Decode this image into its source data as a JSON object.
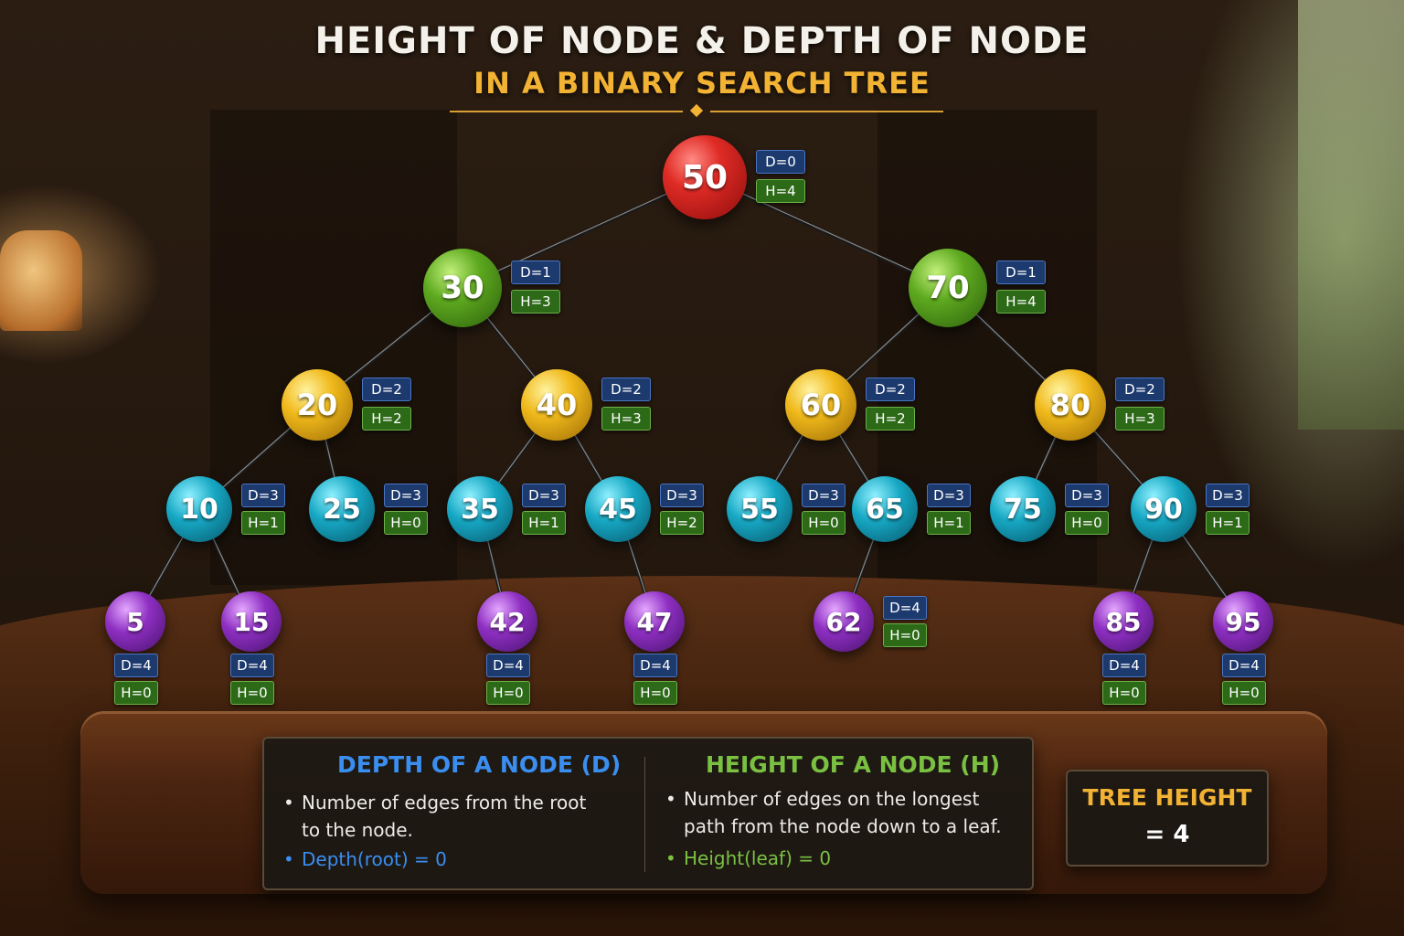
{
  "title": "HEIGHT OF NODE & DEPTH OF NODE",
  "subtitle": "IN A BINARY SEARCH TREE",
  "colors": {
    "title": "#f4f1ea",
    "subtitle": "#f2b233",
    "depth_accent": "#3a8ef0",
    "height_accent": "#7ac142",
    "depth_tag": "#1d3a6e",
    "height_tag": "#2d6a18",
    "level_colors": [
      "#e02b25",
      "#5ea91f",
      "#f0b91b",
      "#17a8c4",
      "#8e2fc2"
    ]
  },
  "tree": {
    "nodes": [
      {
        "key": 50,
        "label": "50",
        "parent": null,
        "level": 0,
        "depth_label": "D=0",
        "height_label": "H=4"
      },
      {
        "key": 30,
        "label": "30",
        "parent": 50,
        "level": 1,
        "depth_label": "D=1",
        "height_label": "H=3"
      },
      {
        "key": 70,
        "label": "70",
        "parent": 50,
        "level": 1,
        "depth_label": "D=1",
        "height_label": "H=4"
      },
      {
        "key": 20,
        "label": "20",
        "parent": 30,
        "level": 2,
        "depth_label": "D=2",
        "height_label": "H=2"
      },
      {
        "key": 40,
        "label": "40",
        "parent": 30,
        "level": 2,
        "depth_label": "D=2",
        "height_label": "H=3"
      },
      {
        "key": 60,
        "label": "60",
        "parent": 70,
        "level": 2,
        "depth_label": "D=2",
        "height_label": "H=2"
      },
      {
        "key": 80,
        "label": "80",
        "parent": 70,
        "level": 2,
        "depth_label": "D=2",
        "height_label": "H=3"
      },
      {
        "key": 10,
        "label": "10",
        "parent": 20,
        "level": 3,
        "depth_label": "D=3",
        "height_label": "H=1"
      },
      {
        "key": 25,
        "label": "25",
        "parent": 20,
        "level": 3,
        "depth_label": "D=3",
        "height_label": "H=0"
      },
      {
        "key": 35,
        "label": "35",
        "parent": 40,
        "level": 3,
        "depth_label": "D=3",
        "height_label": "H=1"
      },
      {
        "key": 45,
        "label": "45",
        "parent": 40,
        "level": 3,
        "depth_label": "D=3",
        "height_label": "H=2"
      },
      {
        "key": 55,
        "label": "55",
        "parent": 60,
        "level": 3,
        "depth_label": "D=3",
        "height_label": "H=0"
      },
      {
        "key": 65,
        "label": "65",
        "parent": 60,
        "level": 3,
        "depth_label": "D=3",
        "height_label": "H=1"
      },
      {
        "key": 75,
        "label": "75",
        "parent": 80,
        "level": 3,
        "depth_label": "D=3",
        "height_label": "H=0"
      },
      {
        "key": 90,
        "label": "90",
        "parent": 80,
        "level": 3,
        "depth_label": "D=3",
        "height_label": "H=1"
      },
      {
        "key": 5,
        "label": "5",
        "parent": 10,
        "level": 4,
        "depth_label": "D=4",
        "height_label": "H=0"
      },
      {
        "key": 15,
        "label": "15",
        "parent": 10,
        "level": 4,
        "depth_label": "D=4",
        "height_label": "H=0"
      },
      {
        "key": 42,
        "label": "42",
        "parent": 35,
        "level": 4,
        "depth_label": "D=4",
        "height_label": "H=0"
      },
      {
        "key": 47,
        "label": "47",
        "parent": 45,
        "level": 4,
        "depth_label": "D=4",
        "height_label": "H=0"
      },
      {
        "key": 62,
        "label": "62",
        "parent": 65,
        "level": 4,
        "depth_label": "D=4",
        "height_label": "H=0"
      },
      {
        "key": 85,
        "label": "85",
        "parent": 90,
        "level": 4,
        "depth_label": "D=4",
        "height_label": "H=0"
      },
      {
        "key": 95,
        "label": "95",
        "parent": 90,
        "level": 4,
        "depth_label": "D=4",
        "height_label": "H=0"
      }
    ]
  },
  "depth_section": {
    "heading": "DEPTH OF A NODE (D)",
    "bullet_1": "Number of edges from the root to the node.",
    "bullet_2": "Depth(root) = 0"
  },
  "height_section": {
    "heading": "HEIGHT OF A NODE (H)",
    "bullet_1": "Number of edges on the longest path from the node down to a leaf.",
    "bullet_2": "Height(leaf) = 0"
  },
  "tree_height": {
    "label": "TREE HEIGHT",
    "value": "= 4"
  }
}
